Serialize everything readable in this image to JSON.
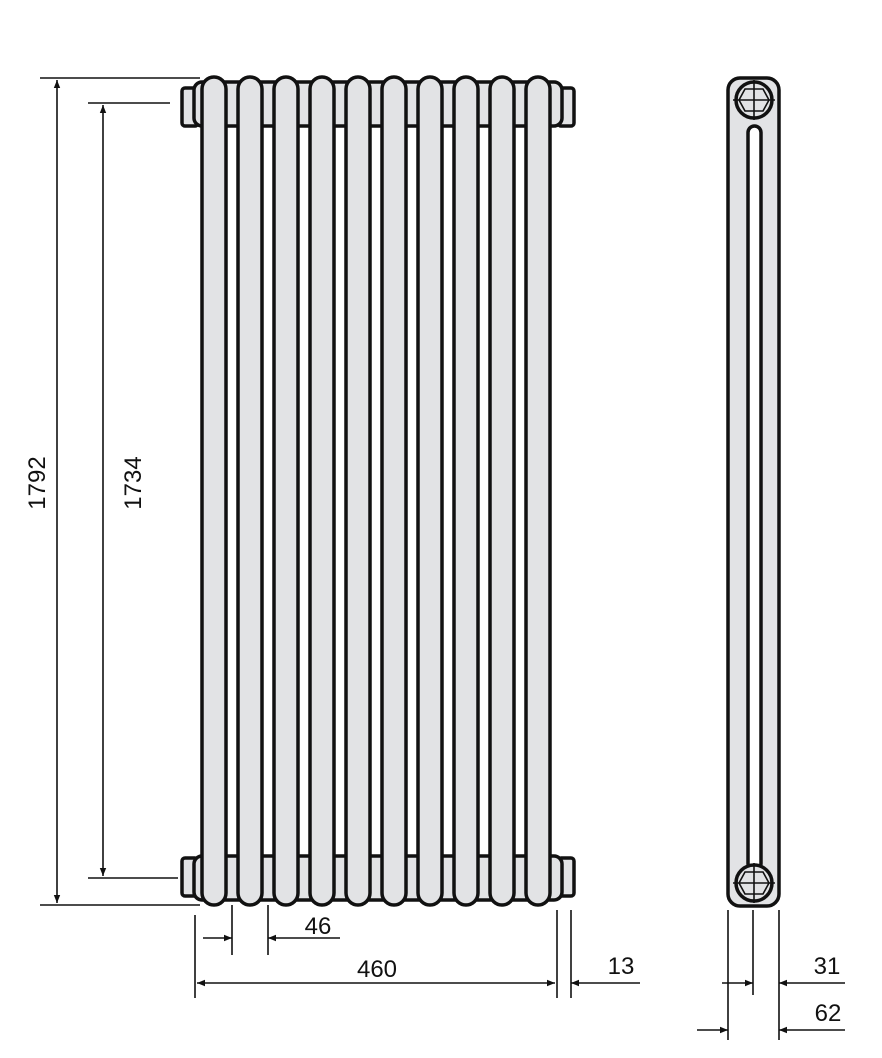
{
  "drawing": {
    "title": "Radiator dimension drawing",
    "columns": 10,
    "body_color": "#e2e3e5",
    "line_color": "#111111",
    "dimensions": {
      "overall_height": "1792",
      "connection_centers": "1734",
      "section_pitch": "46",
      "overall_width": "460",
      "end_plug": "13",
      "connection_depth": "31",
      "overall_depth": "62"
    }
  }
}
